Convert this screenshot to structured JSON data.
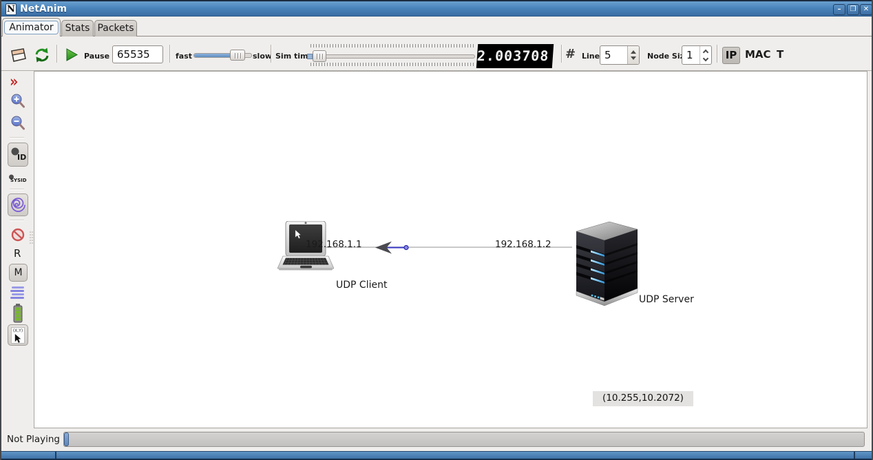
{
  "window": {
    "title": "NetAnim",
    "app_icon_letter": "N"
  },
  "icons": {
    "minimize": "–",
    "maximize": "❐",
    "close": "✕",
    "grid": "#"
  },
  "tabs": [
    {
      "label": "Animator",
      "selected": true
    },
    {
      "label": "Stats",
      "selected": false
    },
    {
      "label": "Packets",
      "selected": false
    }
  ],
  "toolbar": {
    "pause_at_label": "Pause At",
    "pause_at_value": "65535",
    "fast_label": "fast",
    "slow_label": "slow",
    "sim_time_label": "Sim time",
    "lcd_value": "2.003708",
    "lines_label": "Lines",
    "lines_value": "5",
    "node_size_label": "Node Size",
    "node_size_value": "1",
    "ip_button_label": "IP",
    "mac_button_label": "MAC",
    "t_button_label": "T"
  },
  "sidebar": {
    "id_button_label": "ID",
    "sysid_button_label": "SYSID",
    "r_button_label": "R",
    "m_button_label": "M",
    "xy_button_label": "(X,Y)"
  },
  "canvas": {
    "nodes": [
      {
        "type": "laptop",
        "label": "UDP Client",
        "ip": "192.168.1.1"
      },
      {
        "type": "server",
        "label": "UDP Server",
        "ip": "192.168.1.2"
      }
    ],
    "coordinates_text": "(10.255,10.2072)"
  },
  "statusbar": {
    "status_text": "Not Playing"
  },
  "colors": {
    "titlebar_blue": "#4a84bc",
    "play_green": "#2f9e2f",
    "chevron_red": "#c42222",
    "battery_green": "#79b92d",
    "spiral_purple": "#7a5ad4",
    "led_blue": "#55b0e8",
    "lcd_bg": "#000000",
    "lcd_fg": "#f4f4f4"
  }
}
